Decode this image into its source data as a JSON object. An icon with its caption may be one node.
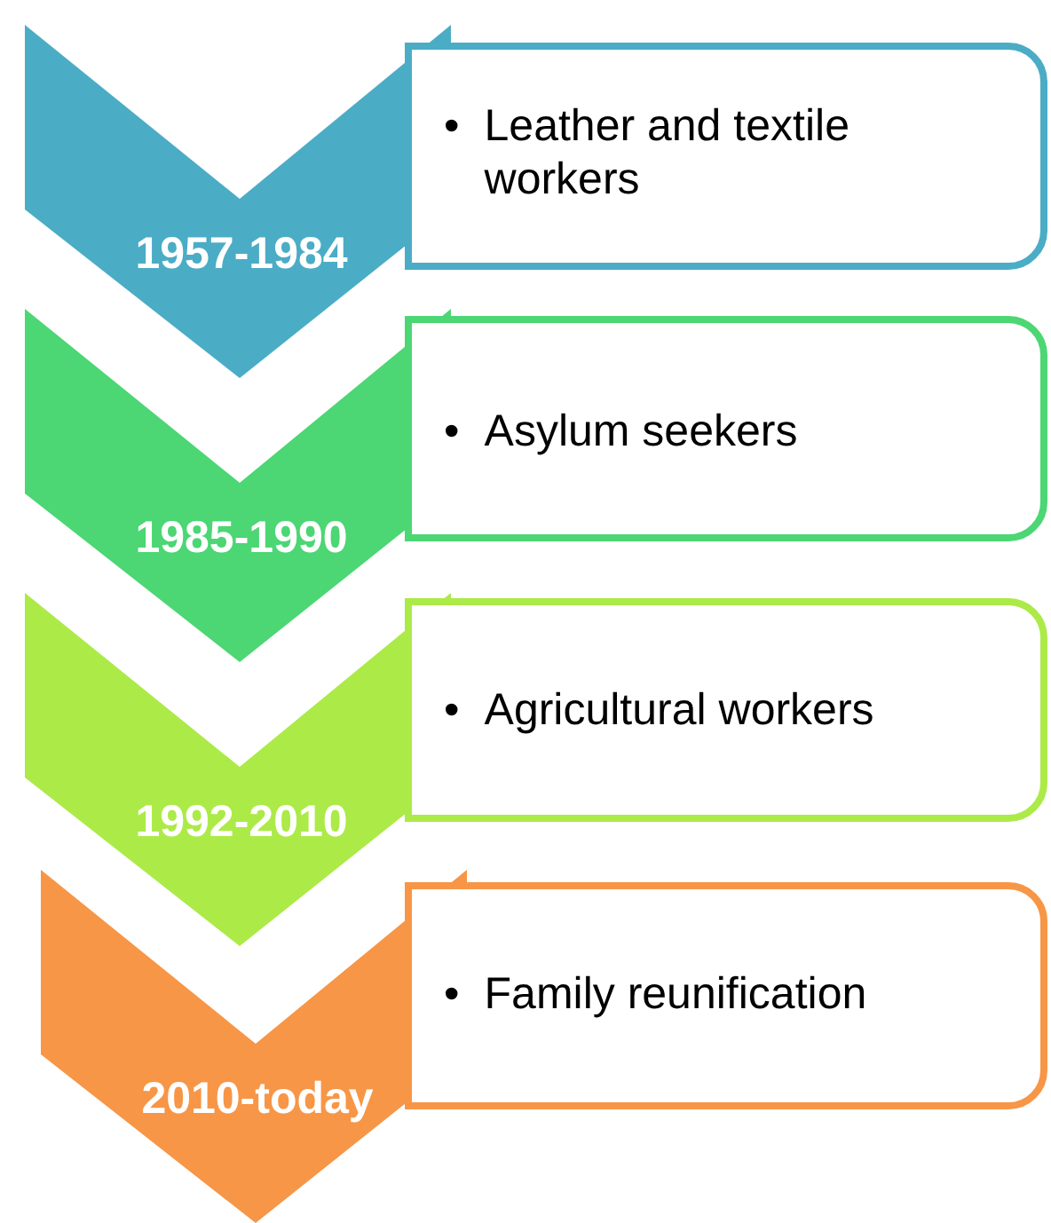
{
  "diagram": {
    "nodes": [
      {
        "text": [
          "1957-1984"
        ]
      },
      {
        "text": [
          "•",
          "Leather and textile workers"
        ]
      },
      {
        "text": [
          "1985-1990"
        ]
      },
      {
        "text": [
          "•",
          "Asylum seekers"
        ]
      },
      {
        "text": [
          "1992-2010"
        ]
      },
      {
        "text": [
          "•",
          "Agricultural workers"
        ]
      },
      {
        "text": [
          "2010-today"
        ]
      },
      {
        "text": [
          "•",
          "Family reunification"
        ]
      }
    ]
  }
}
